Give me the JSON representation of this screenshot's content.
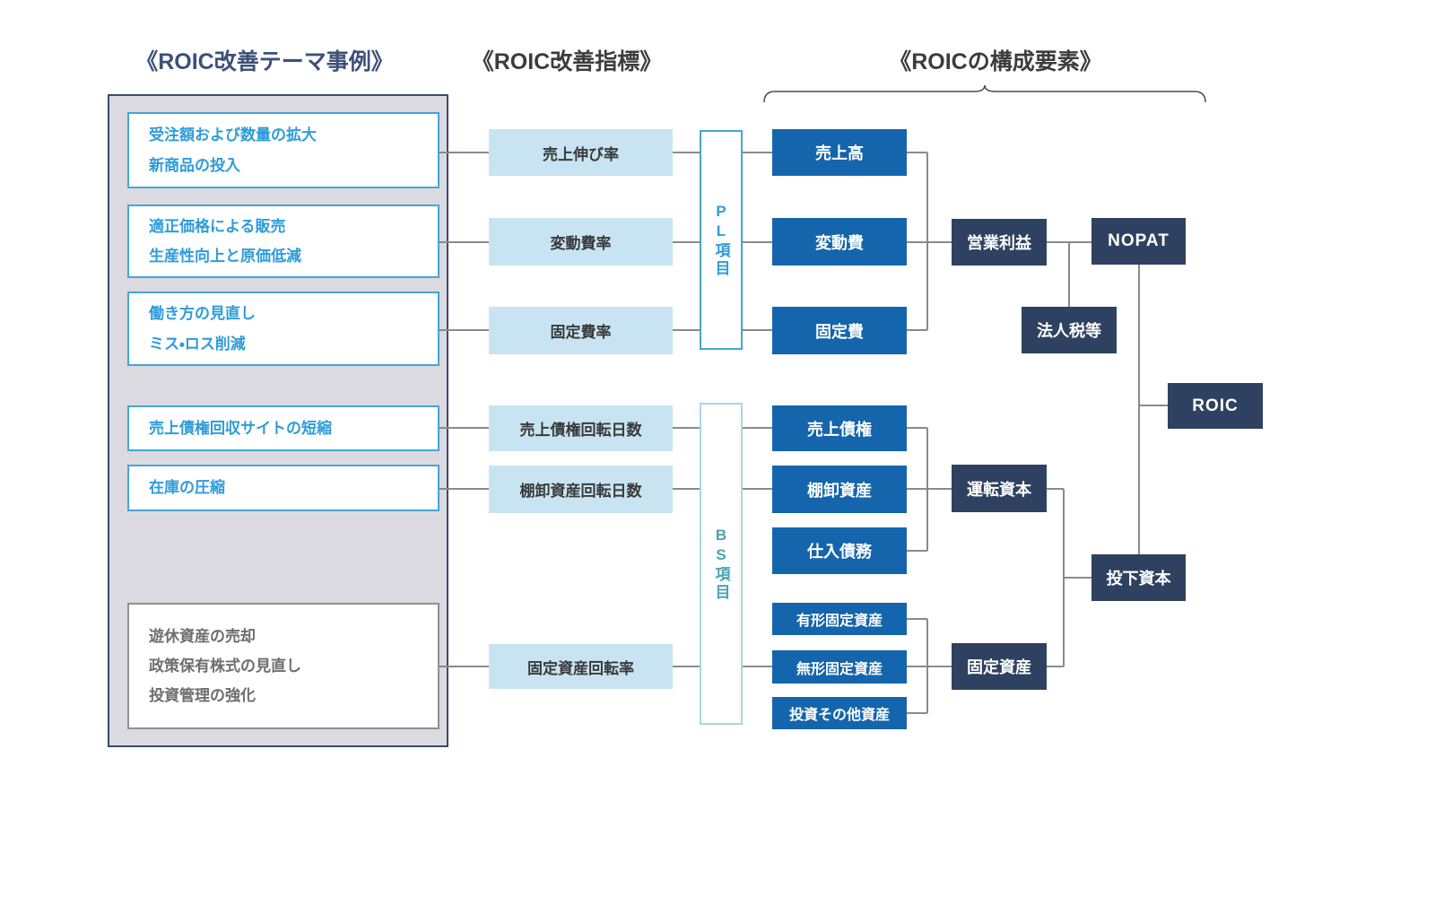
{
  "palette": {
    "header_accent": "#3d5178",
    "header_text": "#3c3c3c",
    "container_fill": "#dbdae0",
    "container_border": "#3b4a6e",
    "theme_border": "#45a5d8",
    "theme_text": "#2f9cd9",
    "muted_border": "#909090",
    "muted_text": "#6e6e6e",
    "indicator_fill": "#c8e4f2",
    "indicator_text": "#3a3a3a",
    "pl_label_text": "#2f9cd9",
    "bs_label_text": "#4aa3b2",
    "component_fill": "#1565ac",
    "aggregate_fill": "#2e4161",
    "connector": "#8a8a8a"
  },
  "headers": {
    "themes": "《ROIC改善テーマ事例》",
    "indicators": "《ROIC改善指標》",
    "components": "《ROICの構成要素》"
  },
  "theme_boxes": [
    {
      "lines": [
        "受注額および数量の拡大",
        "新商品の投入"
      ]
    },
    {
      "lines": [
        "適正価格による販売",
        "生産性向上と原価低減"
      ]
    },
    {
      "lines": [
        "働き方の見直し",
        "ミス・ロス削減"
      ]
    },
    {
      "lines": [
        "売上債権回収サイトの短縮"
      ]
    },
    {
      "lines": [
        "在庫の圧縮"
      ]
    },
    {
      "lines": [
        "遊休資産の売却",
        "政策保有株式の見直し",
        "投資管理の強化"
      ]
    }
  ],
  "indicators": [
    "売上伸び率",
    "変動費率",
    "固定費率",
    "売上債権回転日数",
    "棚卸資産回転日数",
    "固定資産回転率"
  ],
  "group_labels": {
    "pl": "PL項目",
    "bs": "BS項目"
  },
  "components": [
    "売上高",
    "変動費",
    "固定費",
    "売上債権",
    "棚卸資産",
    "仕入債務",
    "有形固定資産",
    "無形固定資産",
    "投資その他資産"
  ],
  "aggregates": {
    "operating_profit": "営業利益",
    "corporate_tax": "法人税等",
    "nopat": "NOPAT",
    "working_capital": "運転資本",
    "fixed_asset": "固定資産",
    "invested_capital": "投下資本",
    "roic": "ROIC"
  }
}
